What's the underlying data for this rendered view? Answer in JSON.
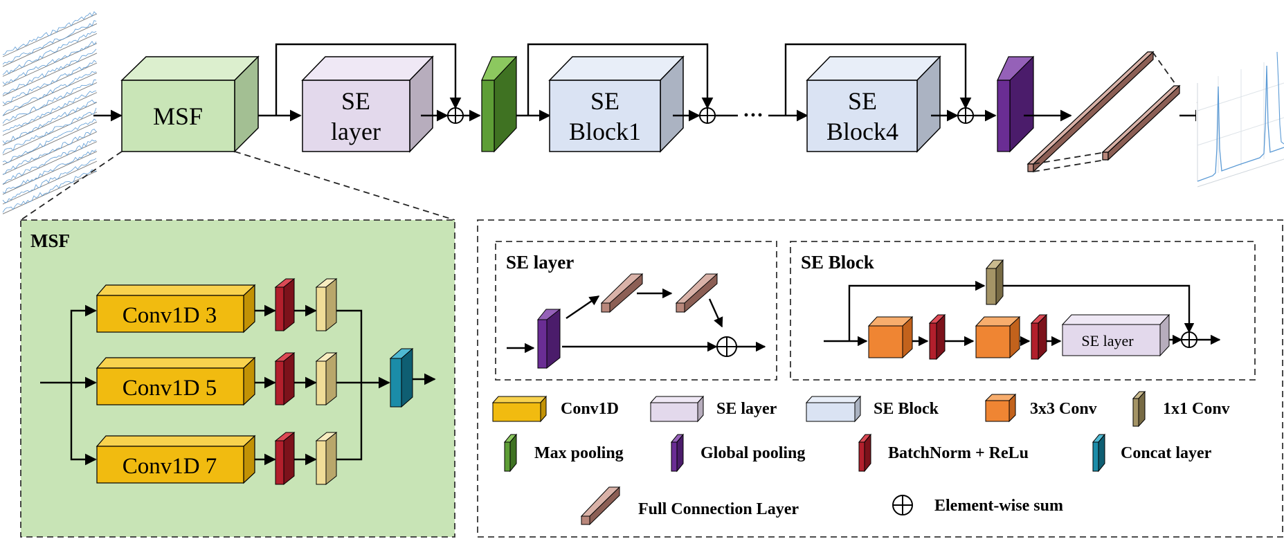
{
  "top": {
    "msf_label": "MSF",
    "se_layer_line1": "SE",
    "se_layer_line2": "layer",
    "se_block1_line1": "SE",
    "se_block1_line2": "Block1",
    "ellipsis": "···",
    "se_block4_line1": "SE",
    "se_block4_line2": "Block4"
  },
  "msf_panel": {
    "title": "MSF",
    "conv_labels": [
      "Conv1D 3",
      "Conv1D 5",
      "Conv1D 7"
    ]
  },
  "se_layer_panel": {
    "title": "SE layer"
  },
  "se_block_panel": {
    "title": "SE Block",
    "inner_label": "SE layer"
  },
  "legend": {
    "conv1d": "Conv1D",
    "se_layer": "SE layer",
    "se_block": "SE Block",
    "conv3": "3x3 Conv",
    "conv1": "1x1 Conv",
    "max_pooling": "Max pooling",
    "global_pooling": "Global pooling",
    "batchnorm": "BatchNorm + ReLu",
    "concat": "Concat layer",
    "full_connection": "Full Connection Layer",
    "element_sum": "Element-wise sum"
  },
  "colors": {
    "msf_front": "#c9e5b7",
    "msf_top": "#dcefce",
    "msf_side": "#a3bf93",
    "se_front": "#e3d9ec",
    "se_top": "#efe8f5",
    "se_side": "#b7adbd",
    "blk_front": "#dae3f3",
    "blk_top": "#e8eef8",
    "blk_side": "#abb3c2",
    "green_front": "#5e9e36",
    "green_top": "#8cc85f",
    "green_side": "#3f7222",
    "purple_front": "#6a2d94",
    "purple_top": "#9561b8",
    "purple_side": "#4b1c6b",
    "brown_front": "#b9877b",
    "brown_top": "#d9b2a8",
    "brown_side": "#8c5f55",
    "gold_front": "#f1bb10",
    "gold_top": "#f8d24e",
    "gold_side": "#c29205",
    "red_front": "#b21f2c",
    "red_top": "#dc4a55",
    "red_side": "#7c121b",
    "cream_front": "#f0dd98",
    "cream_top": "#f8edc0",
    "cream_side": "#b9a76b",
    "teal_front": "#1b8ca8",
    "teal_top": "#4fb9d2",
    "teal_side": "#0f5e72",
    "orange_front": "#ef8533",
    "orange_top": "#f7ad6d",
    "orange_side": "#c2621c",
    "olive_front": "#a49466",
    "olive_top": "#c9ba8e",
    "olive_side": "#776a44",
    "panel_green": "#c8e4b6"
  }
}
